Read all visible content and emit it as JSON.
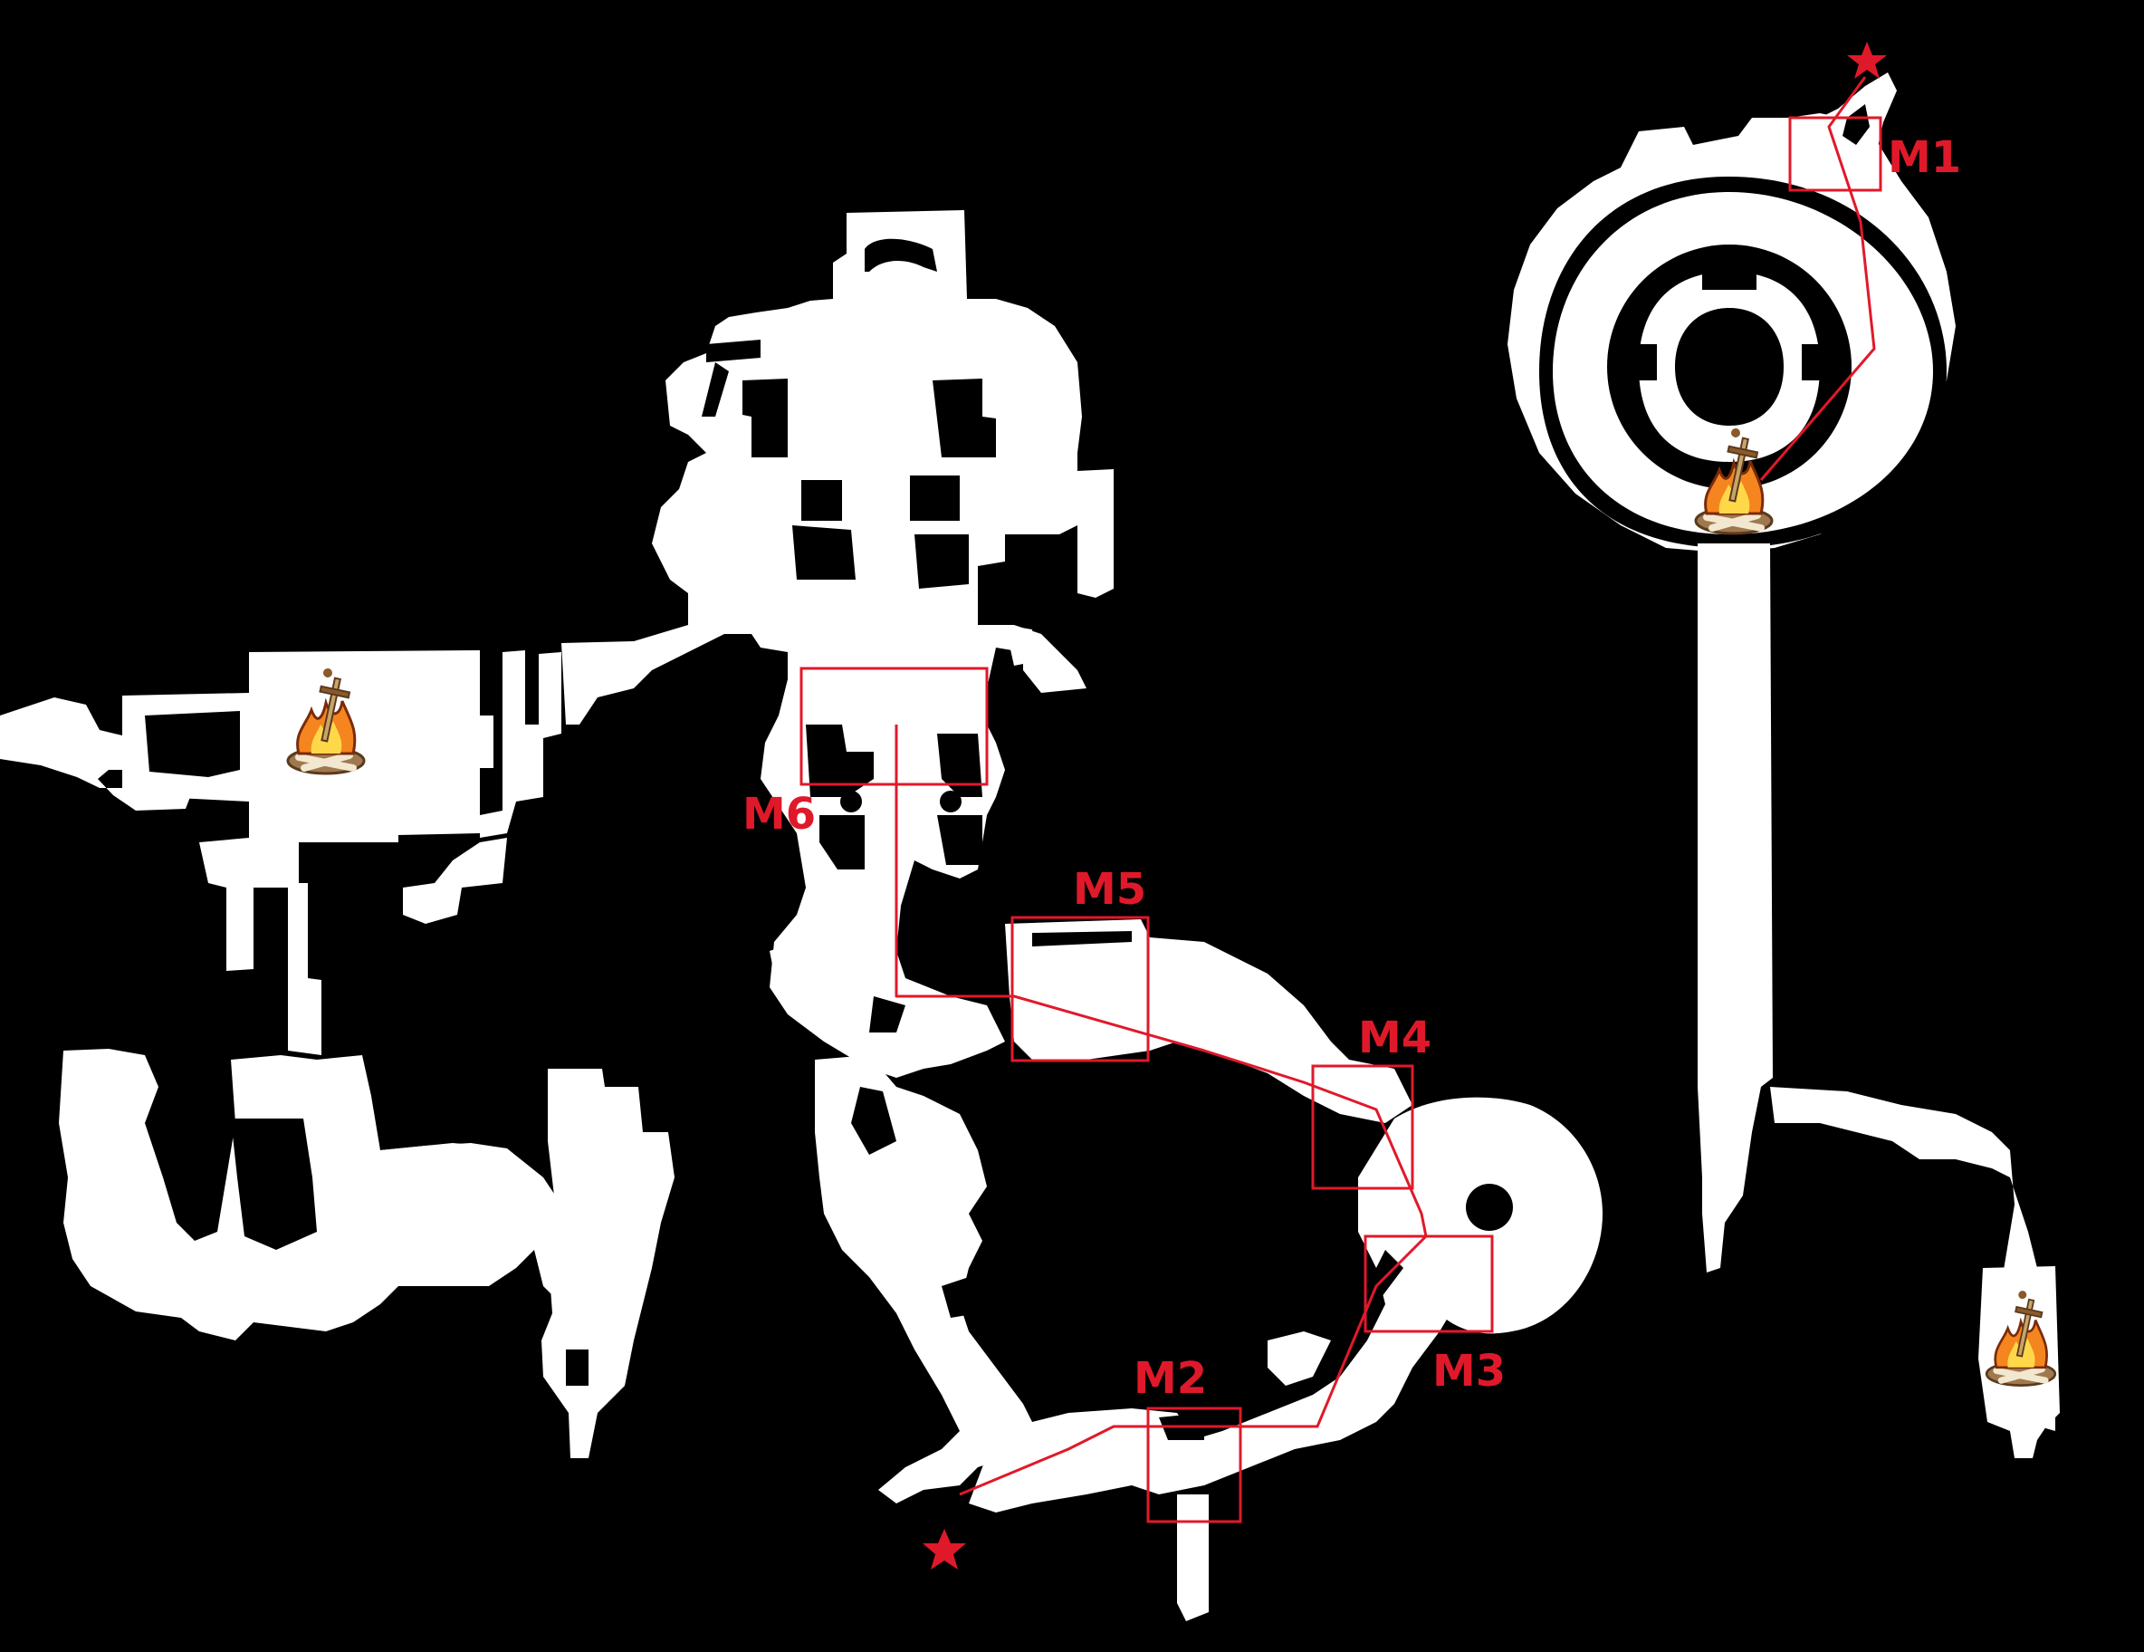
{
  "map": {
    "background_color": "#000000",
    "floor_color": "#ffffff",
    "route_color": "#e0192a",
    "markers": [
      {
        "id": "m1",
        "label": "M1"
      },
      {
        "id": "m2",
        "label": "M2"
      },
      {
        "id": "m3",
        "label": "M3"
      },
      {
        "id": "m4",
        "label": "M4"
      },
      {
        "id": "m5",
        "label": "M5"
      },
      {
        "id": "m6",
        "label": "M6"
      }
    ],
    "bonfires": [
      {
        "id": "bonfire-west",
        "icon": "bonfire-icon"
      },
      {
        "id": "bonfire-tower",
        "icon": "bonfire-icon"
      },
      {
        "id": "bonfire-southeast",
        "icon": "bonfire-icon"
      }
    ],
    "route_endpoints": [
      {
        "id": "start",
        "icon": "star-icon"
      },
      {
        "id": "end",
        "icon": "star-icon"
      }
    ]
  }
}
